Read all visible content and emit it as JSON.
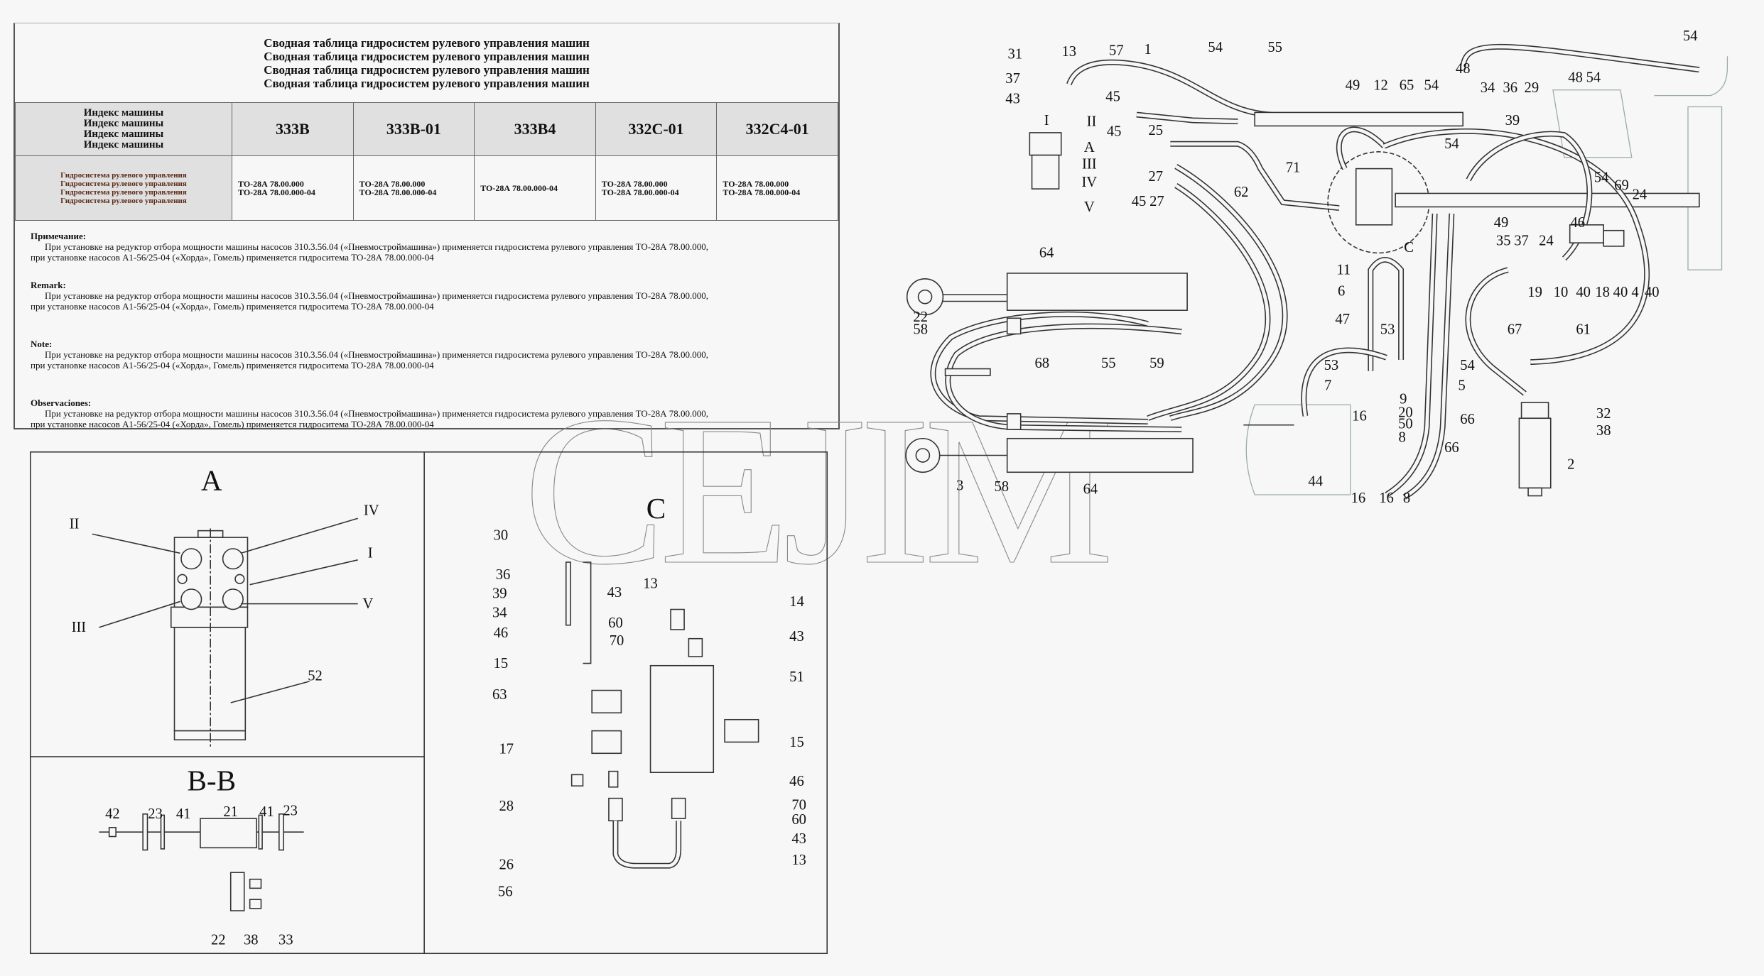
{
  "summary_table": {
    "title_lines": [
      "Сводная таблица гидросистем рулевого управления машин",
      "Сводная таблица гидросистем рулевого управления машин",
      "Сводная таблица гидросистем рулевого управления машин",
      "Сводная таблица гидросистем рулевого управления машин"
    ],
    "header_label_lines": [
      "Индекс машины",
      "Индекс машины",
      "Индекс машины",
      "Индекс машины"
    ],
    "models": [
      "333B",
      "333B-01",
      "333B4",
      "332C-01",
      "332C4-01"
    ],
    "row_label_lines": [
      "Гидросистема рулевого управления",
      "Гидросистема рулевого управления",
      "Гидросистема рулевого управления",
      "Гидросистема рулевого управления"
    ],
    "values": [
      [
        "ТО-28А 78.00.000",
        "ТО-28А 78.00.000-04"
      ],
      [
        "ТО-28А 78.00.000",
        "ТО-28А 78.00.000-04"
      ],
      [
        "ТО-28А 78.00.000-04"
      ],
      [
        "ТО-28А 78.00.000",
        "ТО-28А 78.00.000-04"
      ],
      [
        "ТО-28А 78.00.000",
        "ТО-28А 78.00.000-04"
      ]
    ],
    "notes": [
      {
        "heading": "Примечание:",
        "line1": "При установке на редуктор отбора мощности машины насосов 310.3.56.04 («Пневмостроймашина») применяется гидросистема рулевого управления ТО-28А 78.00.000,",
        "line2": "при установке    насосов А1-56/25-04 («Хорда», Гомель) применяется гидроситема ТО-28А 78.00.000-04"
      },
      {
        "heading": "Remark:",
        "line1": "При установке на редуктор отбора мощности машины насосов 310.3.56.04 («Пневмостроймашина») применяется гидросистема рулевого управления ТО-28А 78.00.000,",
        "line2": "при установке    насосов А1-56/25-04 («Хорда», Гомель) применяется гидроситема ТО-28А 78.00.000-04"
      },
      {
        "heading": "Note:",
        "line1": "При установке на редуктор отбора мощности машины насосов 310.3.56.04 («Пневмостроймашина») применяется гидросистема рулевого управления ТО-28А 78.00.000,",
        "line2": "при установке    насосов А1-56/25-04 («Хорда», Гомель) применяется гидроситема ТО-28А 78.00.000-04"
      },
      {
        "heading": "Observaciones:",
        "line1": "При установке на редуктор отбора мощности машины насосов 310.3.56.04 («Пневмостроймашина») применяется гидросистема рулевого управления ТО-28А 78.00.000,",
        "line2": "при установке    насосов А1-56/25-04 («Хорда», Гомель) применяется гидроситема ТО-28А 78.00.000-04"
      }
    ]
  },
  "watermark": "CEJIM",
  "diagram": {
    "callouts": [
      "31",
      "37",
      "43",
      "13",
      "57",
      "1",
      "54",
      "55",
      "I",
      "II",
      "45",
      "25",
      "A",
      "45",
      "III",
      "IV",
      "V",
      "27",
      "45",
      "27",
      "62",
      "71",
      "C",
      "49",
      "12",
      "65",
      "54",
      "48",
      "34",
      "36",
      "29",
      "39",
      "54",
      "48",
      "54",
      "54",
      "49",
      "54",
      "69",
      "24",
      "46",
      "35",
      "37",
      "24",
      "19",
      "10",
      "40",
      "18",
      "40",
      "4",
      "40",
      "11",
      "6",
      "47",
      "53",
      "54",
      "5",
      "67",
      "61",
      "53",
      "7",
      "9",
      "20",
      "50",
      "16",
      "8",
      "16",
      "16",
      "8",
      "66",
      "66",
      "44",
      "2",
      "32",
      "38",
      "64",
      "22",
      "58",
      "68",
      "55",
      "59",
      "3",
      "58",
      "64"
    ]
  },
  "view_a": {
    "title": "A",
    "callouts": [
      "II",
      "IV",
      "I",
      "V",
      "III",
      "52"
    ]
  },
  "view_bb": {
    "title": "B-B",
    "callouts": [
      "42",
      "23",
      "41",
      "21",
      "41",
      "23",
      "22",
      "38",
      "33"
    ]
  },
  "view_c": {
    "title": "C",
    "callouts": [
      "30",
      "36",
      "39",
      "34",
      "46",
      "15",
      "63",
      "17",
      "28",
      "26",
      "56",
      "43",
      "13",
      "60",
      "70",
      "14",
      "43",
      "51",
      "15",
      "46",
      "70",
      "60",
      "43",
      "13"
    ]
  }
}
